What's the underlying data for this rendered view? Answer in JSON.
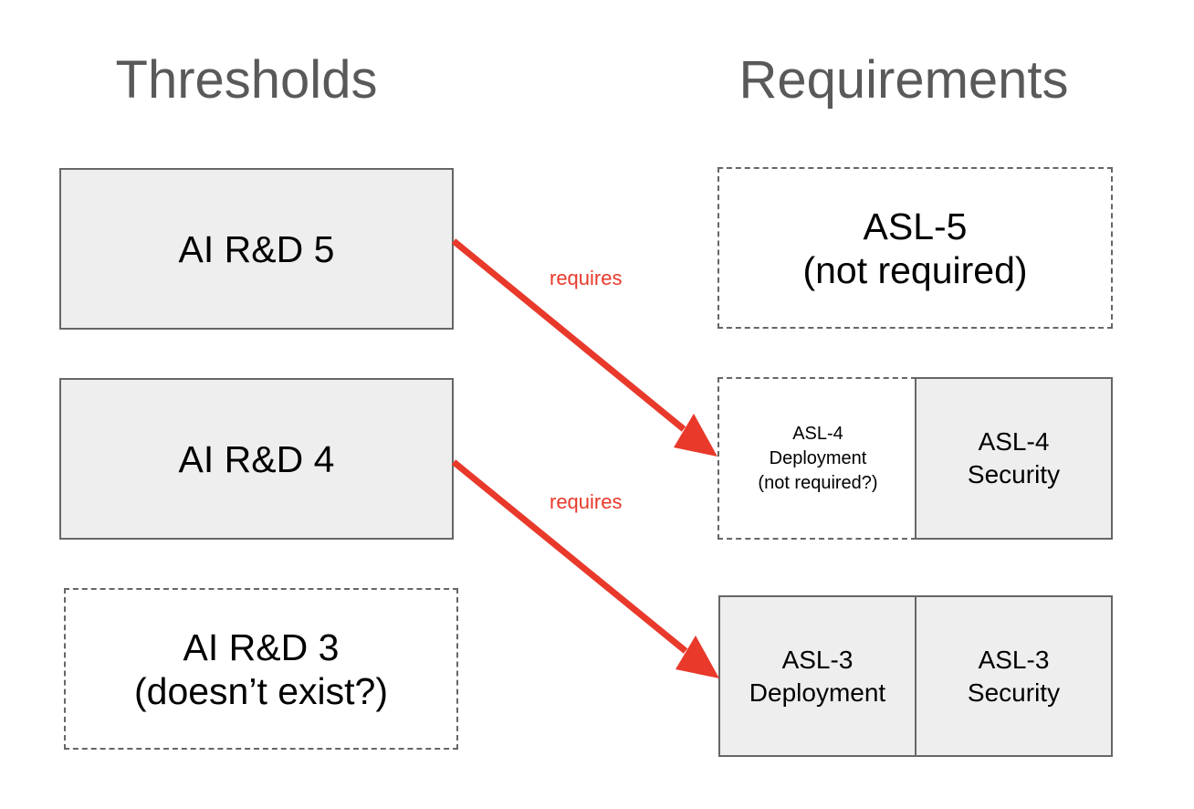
{
  "headings": {
    "thresholds": "Thresholds",
    "requirements": "Requirements"
  },
  "thresholds": {
    "ai_rd_5": [
      "AI R&D 5"
    ],
    "ai_rd_4": [
      "AI R&D 4"
    ],
    "ai_rd_3": [
      "AI R&D 3",
      "(doesn’t exist?)"
    ]
  },
  "requirements": {
    "asl5": [
      "ASL-5",
      "(not required)"
    ],
    "asl4_deployment": [
      "ASL-4",
      "Deployment",
      "(not required?)"
    ],
    "asl4_security": [
      "ASL-4",
      "Security"
    ],
    "asl3_deployment": [
      "ASL-3",
      "Deployment"
    ],
    "asl3_security": [
      "ASL-3",
      "Security"
    ]
  },
  "edges": [
    {
      "from": "AI R&D 5",
      "to": "ASL-4",
      "label": "requires"
    },
    {
      "from": "AI R&D 4",
      "to": "ASL-3",
      "label": "requires"
    }
  ],
  "colors": {
    "arrow": "#e8392b",
    "heading_text": "#595959",
    "box_fill": "#eeeeee",
    "box_border": "#666666"
  }
}
